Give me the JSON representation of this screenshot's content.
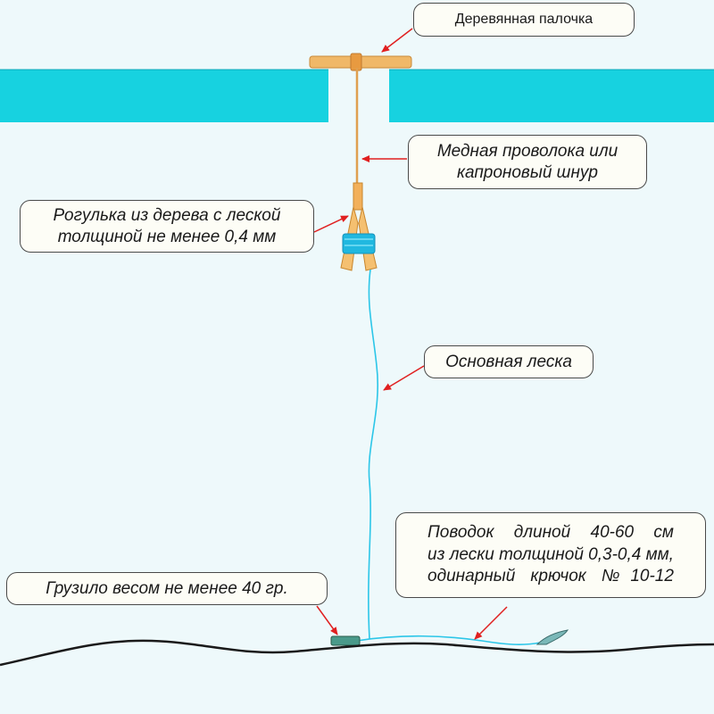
{
  "labels": {
    "stick": "Деревянная палочка",
    "wire": "Медная проволока или\nкапроновый шнур",
    "rogulka": "Рогулька из дерева с леской\nтолщиной не менее 0,4 мм",
    "main_line": "Основная леска",
    "leader": "Поводок    длиной    40-60 см\nиз лески толщиной 0,3-0,4 мм,\nодинарный   крючок   №10-12",
    "sinker": "Грузило весом не менее 40 гр."
  },
  "colors": {
    "ice": "#17d2e0",
    "water": "#eef9fb",
    "wood": "#f0b868",
    "wire": "#e0a050",
    "line": "#2cc6e8",
    "arrow": "#e02020",
    "bottom": "#1a1a1a"
  }
}
